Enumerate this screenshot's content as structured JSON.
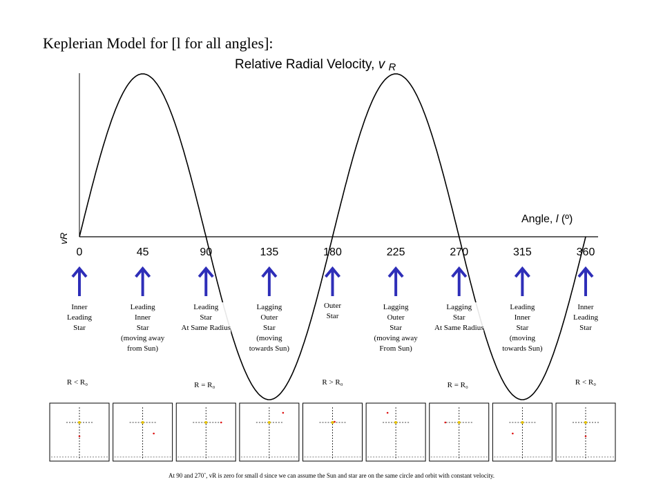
{
  "slide_title": "Keplerian Model for [l for all angles]:",
  "chart_data": {
    "type": "line",
    "title": "Relative Radial Velocity, ",
    "title_symbol": "v",
    "title_subscript": "R",
    "xlabel_prefix": "Angle, ",
    "xlabel_symbol": "l",
    "xlabel_suffix": " (º)",
    "ylabel": "vR",
    "x_ticks": [
      "0",
      "45",
      "90",
      "135",
      "180",
      "225",
      "270",
      "315",
      "360"
    ],
    "xlim": [
      0,
      360
    ],
    "ylim": [
      -1,
      1
    ],
    "series": [
      {
        "x": [
          0,
          15,
          30,
          45,
          60,
          75,
          90,
          105,
          120,
          135,
          150,
          165,
          180,
          195,
          210,
          225,
          240,
          255,
          270,
          285,
          300,
          315,
          330,
          345,
          360
        ],
        "values": [
          0,
          0.5,
          0.87,
          1,
          0.87,
          0.5,
          0,
          -0.5,
          -0.87,
          -1,
          -0.87,
          -0.5,
          0,
          0.5,
          0.87,
          1,
          0.87,
          0.5,
          0,
          -0.5,
          -0.87,
          -1,
          -0.87,
          -0.5,
          0
        ]
      }
    ],
    "grid": false,
    "legend": "none"
  },
  "arrow_color": "#2e2eb8",
  "labels": [
    {
      "angle": 0,
      "text": "Inner\nLeading\nStar"
    },
    {
      "angle": 45,
      "text": "Leading\nInner\nStar\n(moving away\nfrom Sun)"
    },
    {
      "angle": 90,
      "text": "Leading\nStar\nAt Same Radius"
    },
    {
      "angle": 135,
      "text": "Lagging\nOuter\nStar\n(moving\ntowards Sun)"
    },
    {
      "angle": 180,
      "text": "Outer\nStar"
    },
    {
      "angle": 225,
      "text": "Lagging\nOuter\nStar\n(moving away\nFrom Sun)"
    },
    {
      "angle": 270,
      "text": "Lagging\nStar\nAt Same Radius"
    },
    {
      "angle": 315,
      "text": "Leading\nInner\nStar\n(moving\ntowards Sun)"
    },
    {
      "angle": 360,
      "text": "Inner\nLeading\nStar"
    }
  ],
  "radius_relations": [
    {
      "angle": 0,
      "text": "R < R₀"
    },
    {
      "angle": 90,
      "text": "R = R₀"
    },
    {
      "angle": 180,
      "text": "R > R₀"
    },
    {
      "angle": 270,
      "text": "R = R₀"
    },
    {
      "angle": 360,
      "text": "R < R₀"
    }
  ],
  "diagram_panels": [
    {
      "angle": 0,
      "star": "below"
    },
    {
      "angle": 45,
      "star": "lower-right"
    },
    {
      "angle": 90,
      "star": "right"
    },
    {
      "angle": 135,
      "star": "upper-right"
    },
    {
      "angle": 180,
      "star": "center"
    },
    {
      "angle": 225,
      "star": "upper-left"
    },
    {
      "angle": 270,
      "star": "left"
    },
    {
      "angle": 315,
      "star": "lower-left"
    },
    {
      "angle": 360,
      "star": "below"
    }
  ],
  "footnote": "At 90 and 270˚, vR is zero for small d since we can assume the Sun and star are on the same circle and orbit with constant velocity."
}
